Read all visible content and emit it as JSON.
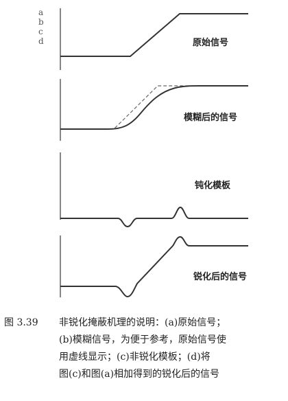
{
  "side_labels": [
    "a",
    "b",
    "c",
    "d"
  ],
  "panels": [
    {
      "id": "a",
      "label": "原始信号"
    },
    {
      "id": "b",
      "label": "模糊后的信号"
    },
    {
      "id": "c",
      "label": "钝化模板"
    },
    {
      "id": "d",
      "label": "锐化后的信号"
    }
  ],
  "caption": {
    "number": "图 3.39",
    "lines": [
      "非锐化掩蔽机理的说明：(a)原始信号；",
      "(b)模糊信号，为便于参考，原始信号使",
      "用虚线显示；(c)非锐化模板；(d)将",
      "图(c)和图(a)相加得到的锐化后的信号"
    ]
  }
}
